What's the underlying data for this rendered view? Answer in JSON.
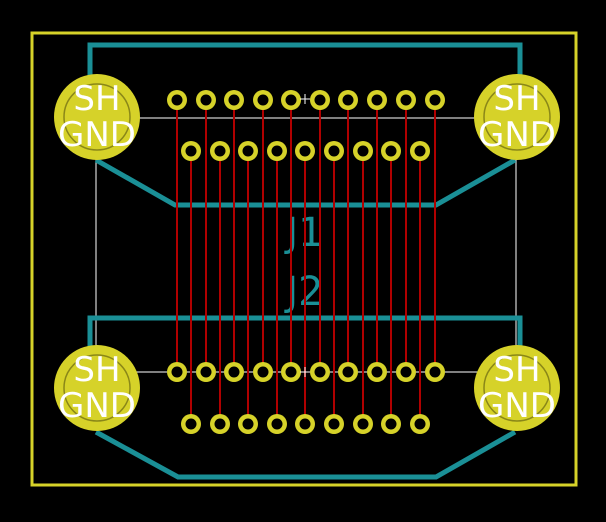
{
  "colors": {
    "background": "#000000",
    "edge_cuts": "#d6d229",
    "silkscreen": "#1a8f96",
    "courtyard": "#ffffff",
    "pad": "#d6d229",
    "pad_hole": "#000000",
    "trace": "#b00000",
    "pad_label": "#ffffff",
    "reference": "#1a8f96"
  },
  "designators": {
    "top": "J1",
    "bottom": "J2"
  },
  "mount_pad": {
    "line1": "SH",
    "line2": "GND"
  }
}
